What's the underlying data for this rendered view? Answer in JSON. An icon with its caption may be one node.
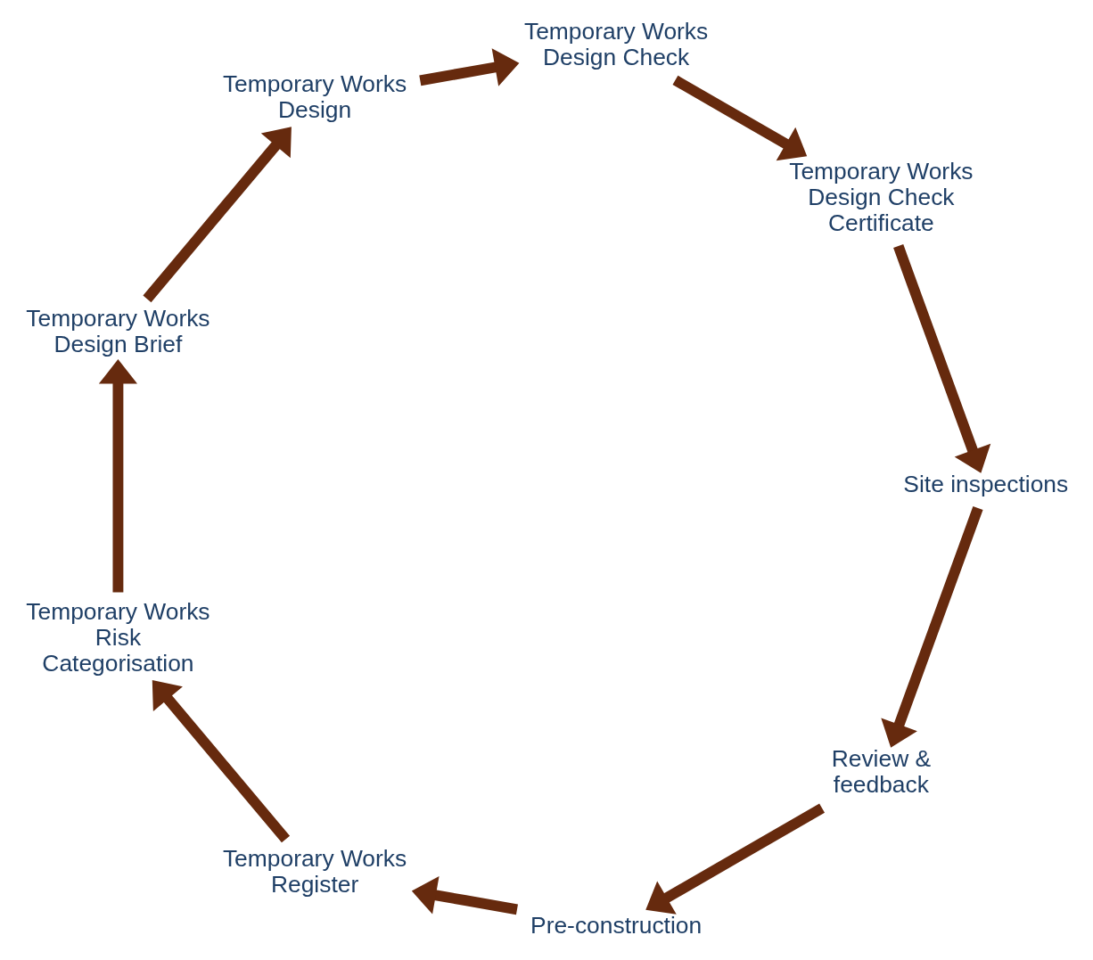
{
  "diagram": {
    "nodes": [
      {
        "text": [
          "Review & feedback"
        ]
      },
      {
        "text": [
          "Pre-construction"
        ]
      },
      {
        "text": [
          "Temporary Works Register"
        ]
      },
      {
        "text": [
          "Temporary Works Risk Categorisation"
        ]
      },
      {
        "text": [
          "Temporary Works Design Brief"
        ]
      },
      {
        "text": [
          "Temporary Works Design"
        ]
      },
      {
        "text": [
          "Temporary Works Design Check"
        ]
      },
      {
        "text": [
          "Temporary Works Design Check Certificate"
        ]
      },
      {
        "text": [
          "Site inspections"
        ]
      }
    ],
    "edges": [
      {
        "from": 0,
        "to": 1,
        "arrow": "to"
      },
      {
        "from": 1,
        "to": 2,
        "arrow": "to"
      },
      {
        "from": 2,
        "to": 3,
        "arrow": "to"
      },
      {
        "from": 3,
        "to": 4,
        "arrow": "to"
      },
      {
        "from": 4,
        "to": 5,
        "arrow": "to"
      },
      {
        "from": 5,
        "to": 6,
        "arrow": "to"
      },
      {
        "from": 6,
        "to": 7,
        "arrow": "to"
      },
      {
        "from": 7,
        "to": 8,
        "arrow": "to"
      },
      {
        "from": 8,
        "to": 0,
        "arrow": "to"
      }
    ]
  }
}
